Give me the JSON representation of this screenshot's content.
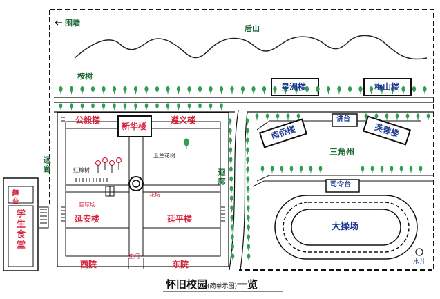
{
  "labels": {
    "wall": "围墙",
    "back_mountain": "后山",
    "cherry_trees": "桉树",
    "corridor_left": "迴廊",
    "corridor_right": "迴廊",
    "stage": "舞台",
    "canteen": "学生食堂",
    "gongyi": "公毅楼",
    "xinhua": "新华楼",
    "zunyi": "遵义楼",
    "magnolia": "玉兰花树",
    "kapok": "红棉树",
    "flowerbed": "花坛",
    "basketball": "篮球场",
    "yanan": "延安楼",
    "yanping": "延平楼",
    "west_yard": "西院",
    "east_yard": "东院",
    "main_gate": "正门",
    "xingzhou": "星洲楼",
    "meishan": "梅山楼",
    "nanqiao": "南侨楼",
    "furong": "芙蓉楼",
    "podium": "讲台",
    "triangle": "三角州",
    "command": "司令台",
    "playground": "大操场",
    "well": "水井"
  },
  "title": {
    "main_a": "怀旧校园",
    "sub": "(简单示图)",
    "main_b": "一览"
  },
  "colors": {
    "line": "#111111",
    "tree": "#2e9e4f",
    "red": "#d7263d",
    "blue": "#1f3a93",
    "green": "#1f6b35"
  },
  "icons": [
    "arrow-left-icon",
    "tree-icon",
    "flower-tree-icon",
    "well-icon"
  ]
}
